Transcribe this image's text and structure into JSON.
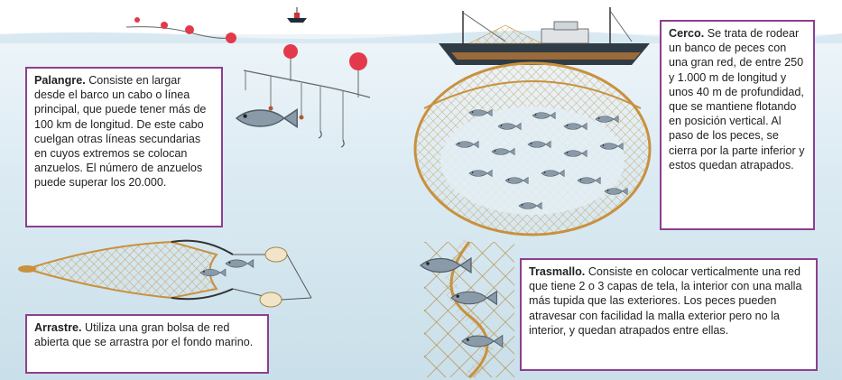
{
  "palangre": {
    "title": "Palangre.",
    "text": "Consiste en largar desde el barco un cabo o línea principal, que puede tener más de 100 km de longitud. De este cabo cuelgan otras líneas secundarias en cuyos extremos se colocan anzuelos. El número de anzuelos puede superar los 20.000."
  },
  "cerco": {
    "title": "Cerco.",
    "text": "Se trata de rodear un banco de peces con una gran red, de entre 250 y 1.000 m de longitud y unos 40 m de profundidad, que se mantiene flotando en posición vertical. Al paso de los peces, se cierra por la parte inferior y estos quedan atrapados."
  },
  "arrastre": {
    "title": "Arrastre.",
    "text": "Utiliza una gran bolsa de red abierta que se arrastra por el fondo marino."
  },
  "trasmallo": {
    "title": "Trasmallo.",
    "text": "Consiste en colocar verticalmente una red que tiene 2 o 3 capas de tela, la interior con una malla más tupida que las exteriores. Los peces pueden atravesar con facilidad la malla exterior pero no la interior, y quedan atrapados entre ellas."
  },
  "colors": {
    "border": "#8d3f8f",
    "net": "#c8913e",
    "buoy": "#e23a4a",
    "sky": "#ffffff",
    "water": "#cfe3ee"
  }
}
